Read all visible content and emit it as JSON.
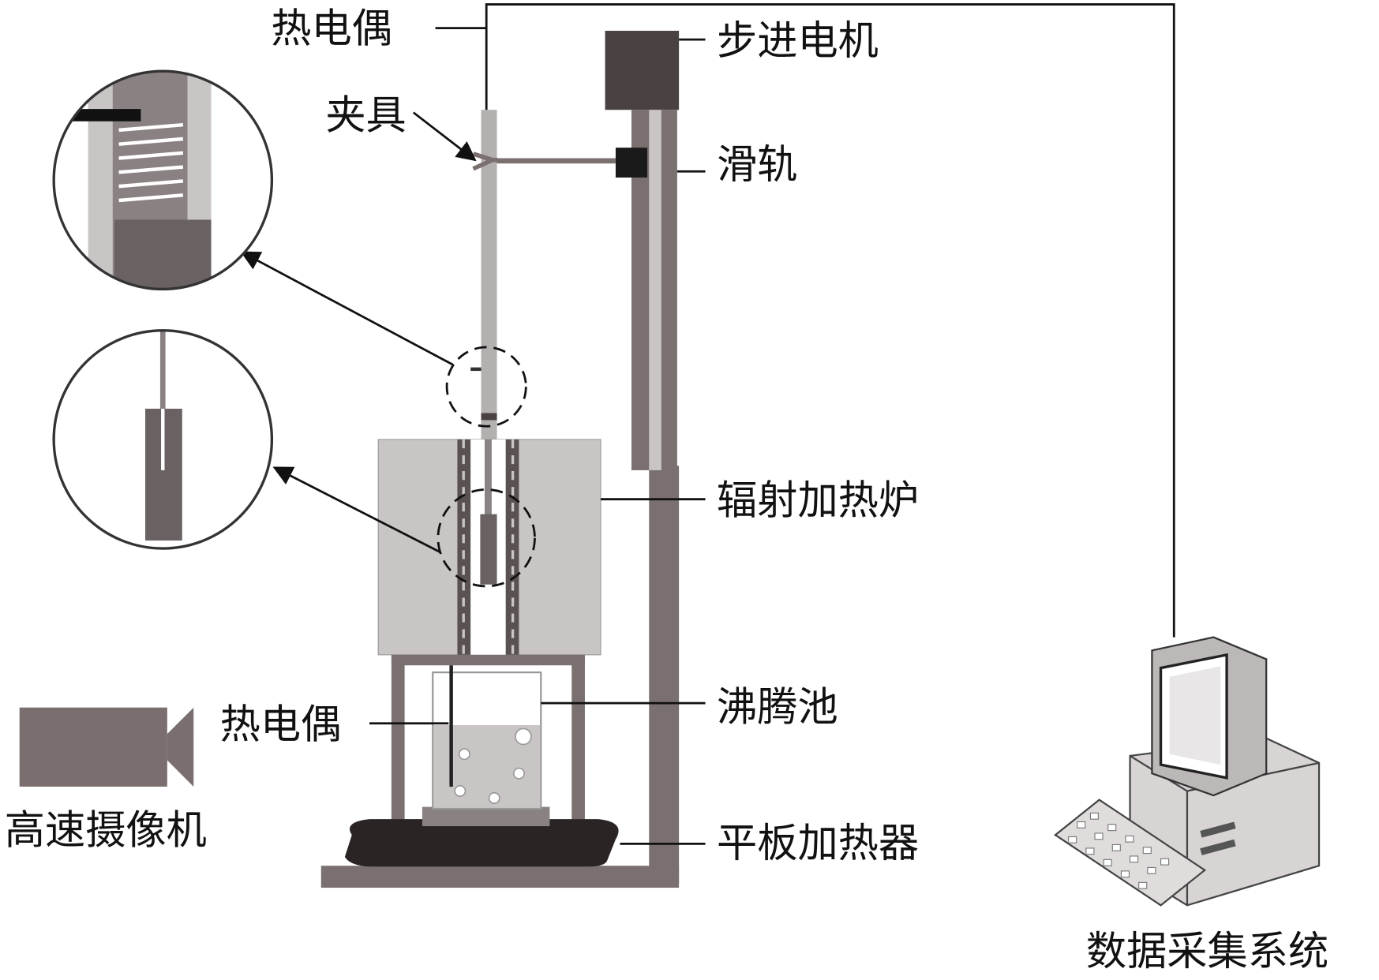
{
  "labels": {
    "thermocouple_top": "热电偶",
    "clamp": "夹具",
    "stepper_motor": "步进电机",
    "slide_rail": "滑轨",
    "radiant_furnace": "辐射加热炉",
    "boiling_pool": "沸腾池",
    "thermocouple_bottom": "热电偶",
    "high_speed_camera": "高速摄像机",
    "plate_heater": "平板加热器",
    "data_acquisition": "数据采集系统"
  },
  "colors": {
    "dark": "#4a4242",
    "mid": "#7a7070",
    "light": "#c9c5c5",
    "rod": "#b5b0b0"
  }
}
